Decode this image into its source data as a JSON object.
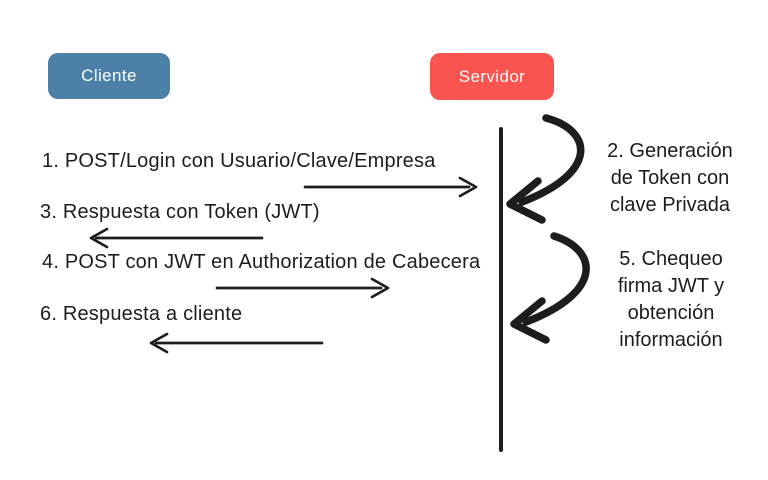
{
  "diagram_title": "JWT authentication sequence",
  "actors": {
    "client": {
      "label": "Cliente",
      "color": "#4d80a6"
    },
    "server": {
      "label": "Servidor",
      "color": "#f95450"
    }
  },
  "messages": [
    {
      "label": "1. POST/Login con Usuario/Clave/Empresa",
      "direction": "right"
    },
    {
      "label": "3. Respuesta con Token (JWT)",
      "direction": "left"
    },
    {
      "label": "4. POST con JWT en Authorization de Cabecera",
      "direction": "right"
    },
    {
      "label": "6. Respuesta a cliente",
      "direction": "left"
    }
  ],
  "server_actions": [
    {
      "label": "2. Generación\nde Token con\nclave Privada"
    },
    {
      "label": "5. Chequeo\nfirma JWT y\nobtención\ninformación"
    }
  ],
  "colors": {
    "ink": "#1d1d1d",
    "client_box": "#4d80a6",
    "server_box": "#f95450",
    "background": "#ffffff"
  }
}
